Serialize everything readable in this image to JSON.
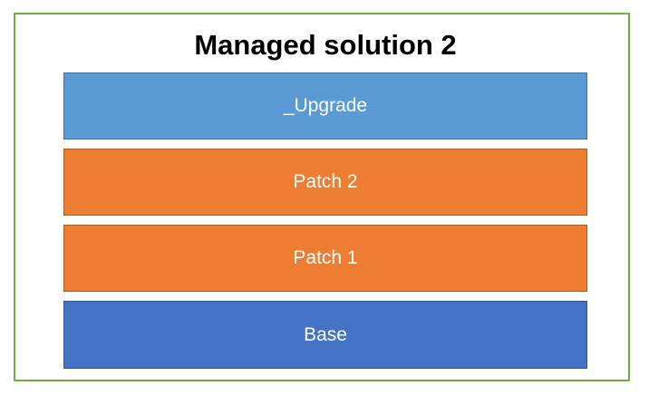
{
  "diagram": {
    "title": "Managed solution 2",
    "frame_color": "#70AD47",
    "title_color": "#000000",
    "label_text_color": "#FFFFFF",
    "layers": [
      {
        "label": "_Upgrade",
        "fill": "#5B9BD5",
        "border": "#41719C"
      },
      {
        "label": "Patch 2",
        "fill": "#ED7D31",
        "border": "#AE5A21"
      },
      {
        "label": "Patch 1",
        "fill": "#ED7D31",
        "border": "#AE5A21"
      },
      {
        "label": "Base",
        "fill": "#4472C4",
        "border": "#2F5597"
      }
    ]
  }
}
